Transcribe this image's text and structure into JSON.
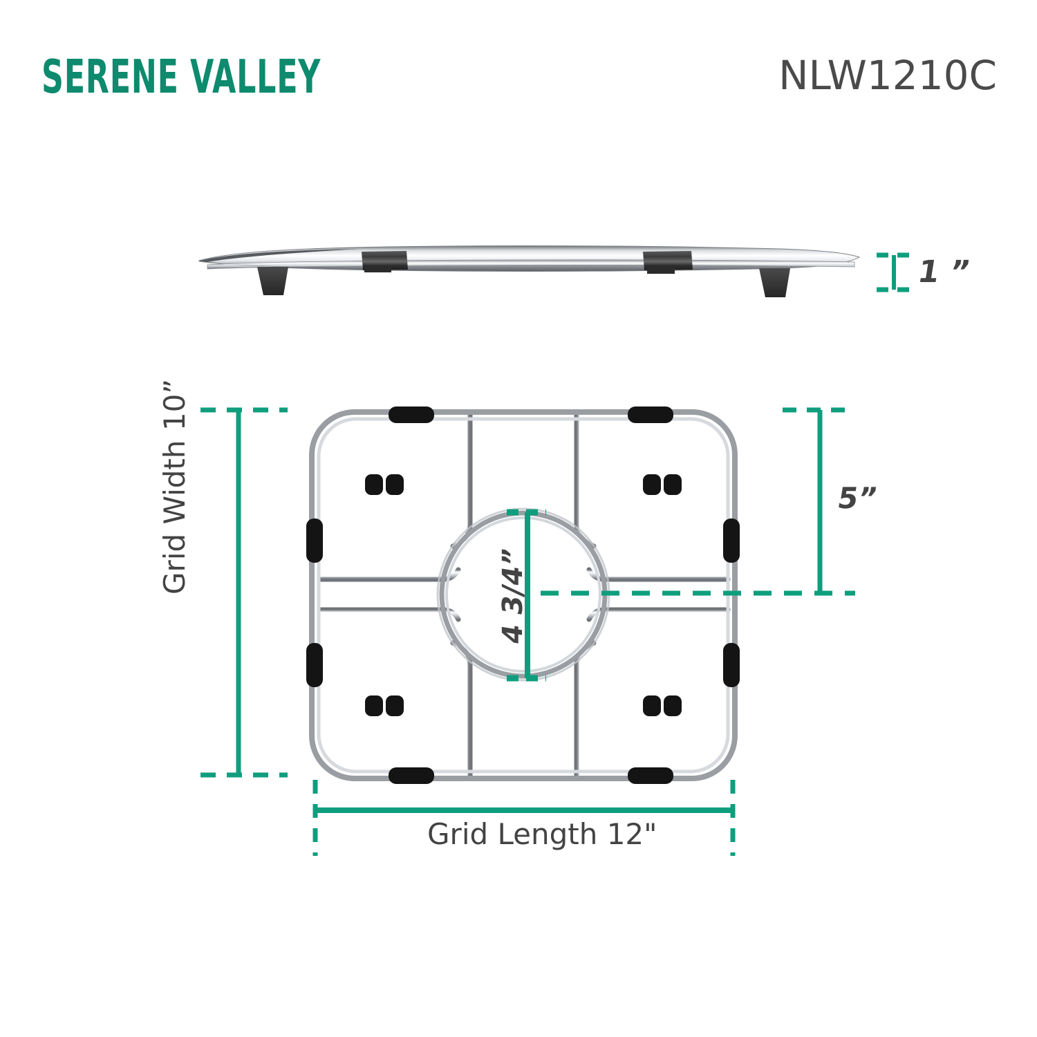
{
  "header": {
    "brand": "SERENE VALLEY",
    "brand_color": "#0E8A6E",
    "model": "NLW1210C",
    "model_color": "#4A4A4A"
  },
  "product": {
    "type": "stainless-steel-sink-bottom-grid",
    "finish": "polished chrome wire",
    "bumper_color": "#1a1a1a",
    "wire_color": "#b9bcc0"
  },
  "accent_color": "#0E9E7E",
  "dimensions": {
    "side_height": "1 ”",
    "right_offset": "5”",
    "grid_width": "Grid Width 10”",
    "center_hole": "4 3/4”",
    "grid_length": "Grid Length 12\""
  },
  "views": {
    "side_view_name": "side-profile-view",
    "top_view_name": "top-plan-view"
  }
}
